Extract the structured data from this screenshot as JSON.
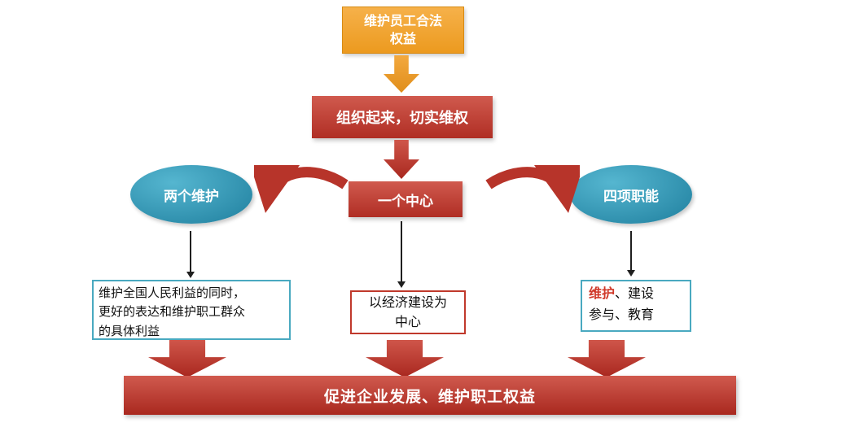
{
  "diagram": {
    "top_box": {
      "line1": "维护员工合法",
      "line2": "权益"
    },
    "organize_box": "组织起来，切实维权",
    "left_ellipse": "两个维护",
    "center_box": "一个中心",
    "right_ellipse": "四项职能",
    "left_detail": {
      "line1": "维护全国人民利益的同时，",
      "line2": "更好的表达和维护职工群众",
      "line3": "的具体利益"
    },
    "center_detail": {
      "line1": "以经济建设为",
      "line2": "中心"
    },
    "right_detail": {
      "highlight": "维护",
      "line1_rest": "、建设",
      "line2": "参与、教育"
    },
    "bottom_bar": "促进企业发展、维护职工权益"
  },
  "colors": {
    "orange": "#F0A233",
    "red": "#C0392B",
    "teal": "#2E9FBE",
    "highlight_red": "#D03A2B"
  }
}
